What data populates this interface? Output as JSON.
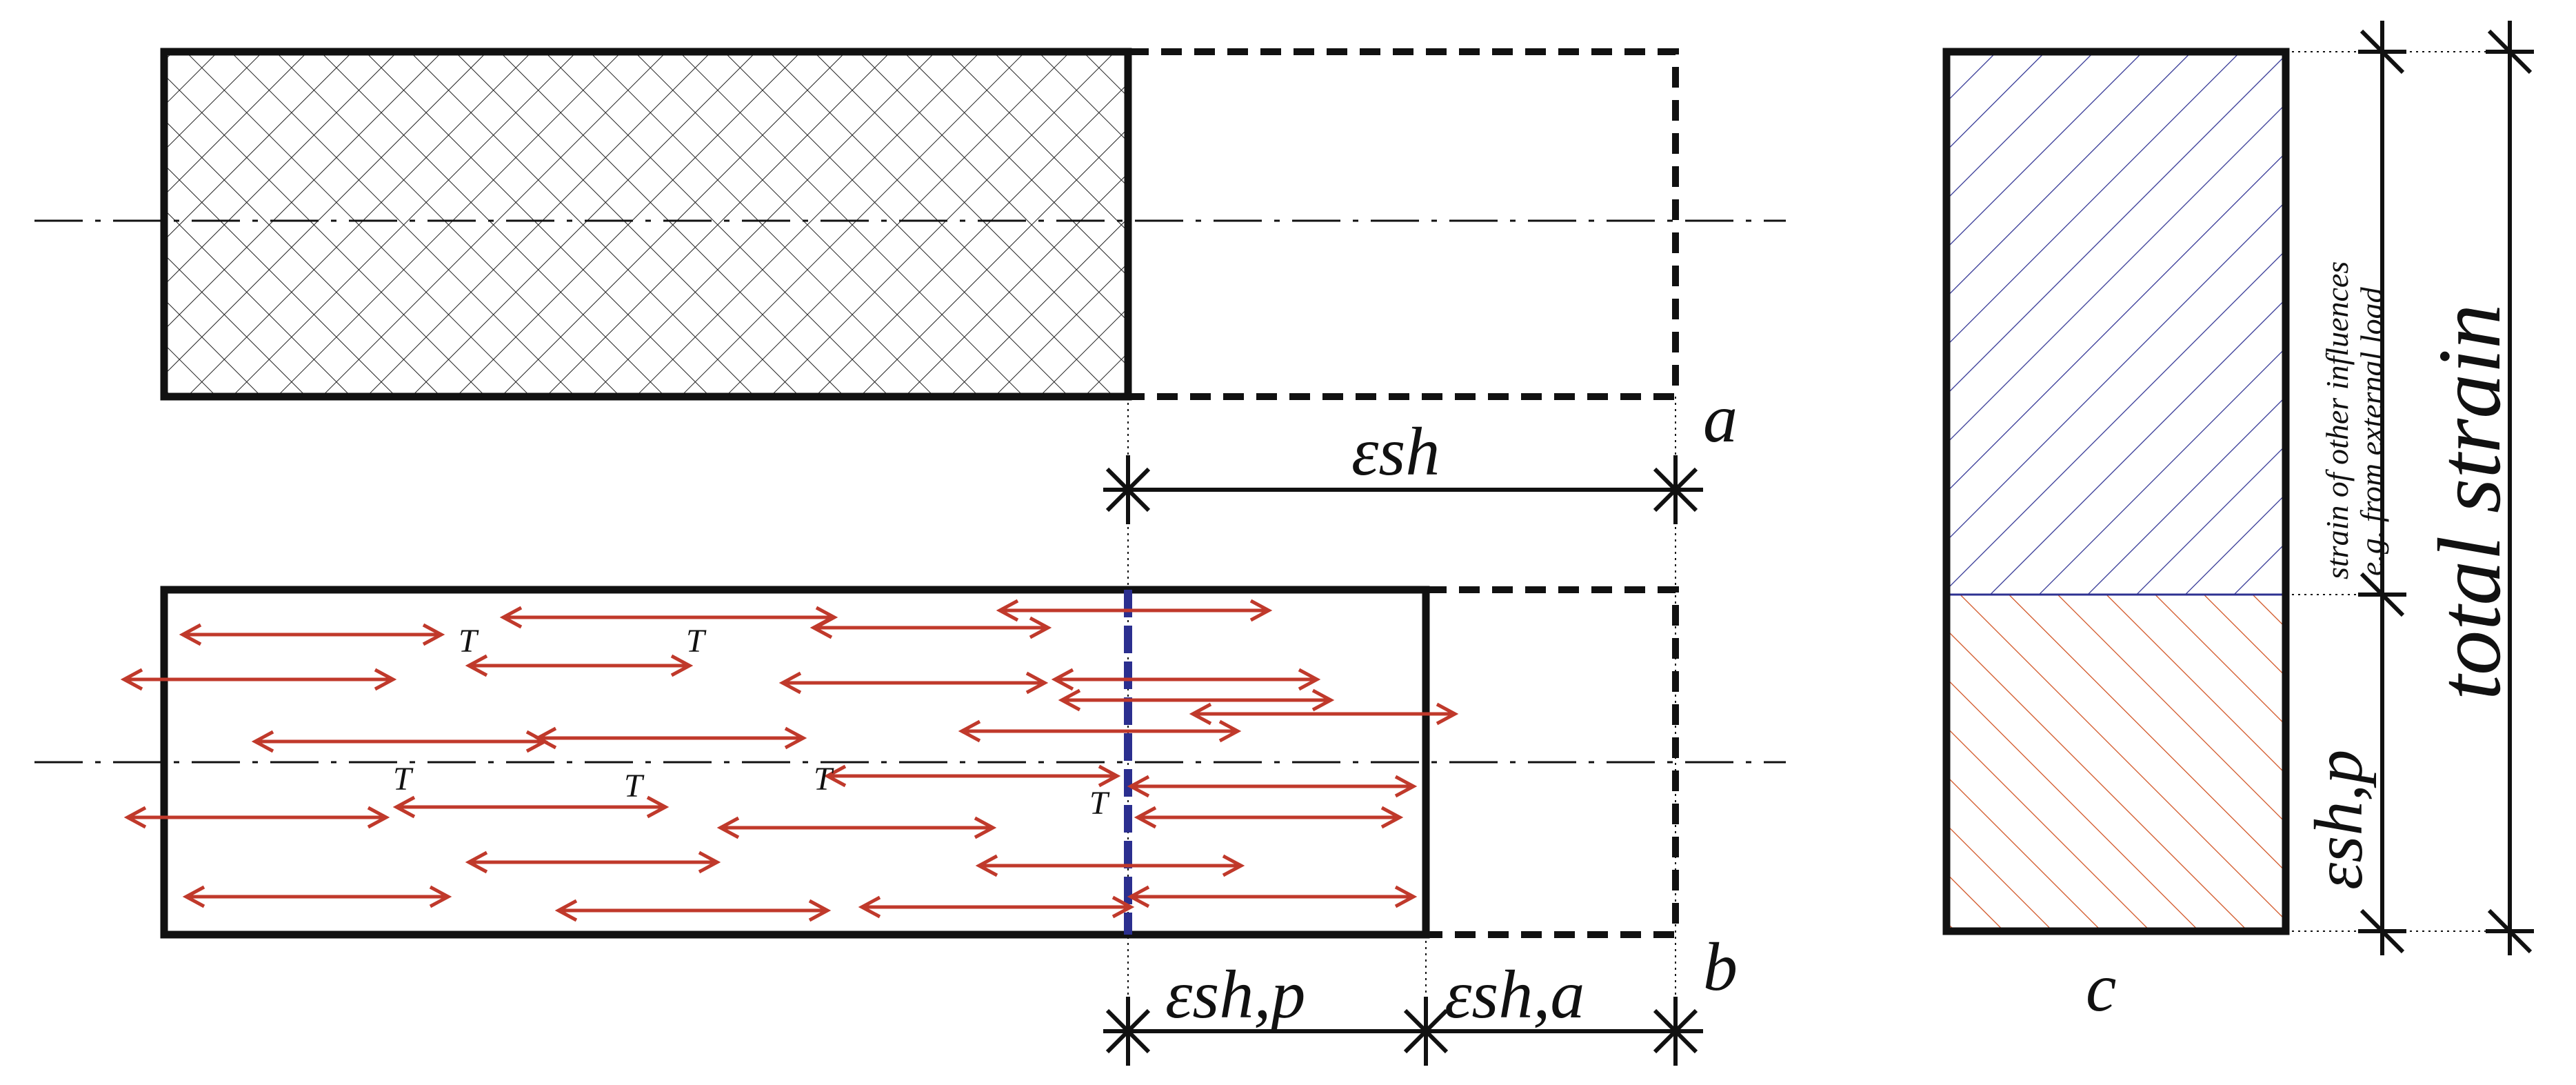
{
  "colors": {
    "outline": "#111111",
    "tension": "#c0392b",
    "crack": "#2b2f8f",
    "blue_hatch": "#2e3192",
    "red_hatch": "#d0501f"
  },
  "panel_a": {
    "label": "a",
    "dim_label": "εsh"
  },
  "panel_b": {
    "label": "b",
    "dim_label_p": "εsh,p",
    "dim_label_a": "εsh,a",
    "force_symbol": "T"
  },
  "panel_c": {
    "label": "c",
    "upper_text_1": "strain of other influences",
    "upper_text_2": "e.g. from external load",
    "lower_label": "εsh,p",
    "total_label": "total strain"
  }
}
